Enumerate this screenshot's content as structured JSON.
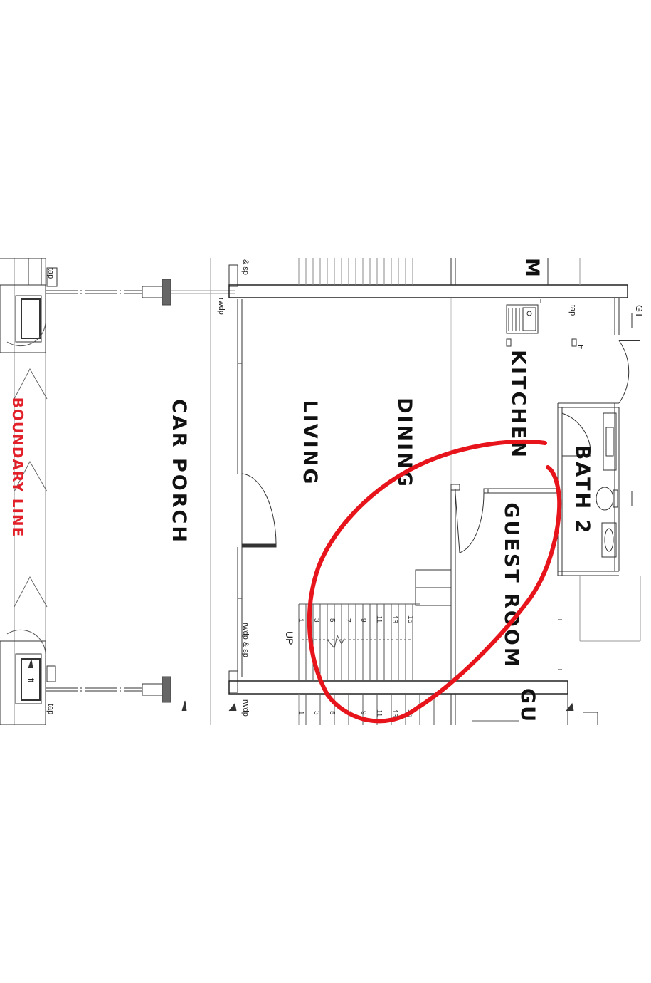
{
  "rooms": {
    "car_porch": "CAR PORCH",
    "living": "LIVING",
    "dining": "DINING",
    "kitchen": "KITCHEN",
    "guest_room": "GUEST ROOM",
    "bath_2": "BATH 2",
    "partial_m": "M",
    "partial_gu": "GU"
  },
  "boundary_label": "BOUNDARY LINE",
  "annotations": {
    "tap_left_top": "tap",
    "tap_left_bottom": "tap",
    "ft_left": "ft",
    "sp_top": "& sp",
    "rwdp_top": "rwdp",
    "rwdp_sp": "rwdp & sp",
    "rwdp_bottom": "rwdp",
    "tap_kitchen": "tap",
    "ft_kitchen": "ft",
    "gt": "GT",
    "up": "UP"
  },
  "stair_numbers_top": [
    "1",
    "3",
    "5",
    "7",
    "9",
    "11",
    "13",
    "15"
  ],
  "stair_numbers_bottom": [
    "1",
    "3",
    "5",
    "7",
    "9",
    "11",
    "13",
    "15"
  ],
  "colors": {
    "markup": "#e8141c",
    "boundary": "#e2202a",
    "line": "#1a1a1a"
  }
}
